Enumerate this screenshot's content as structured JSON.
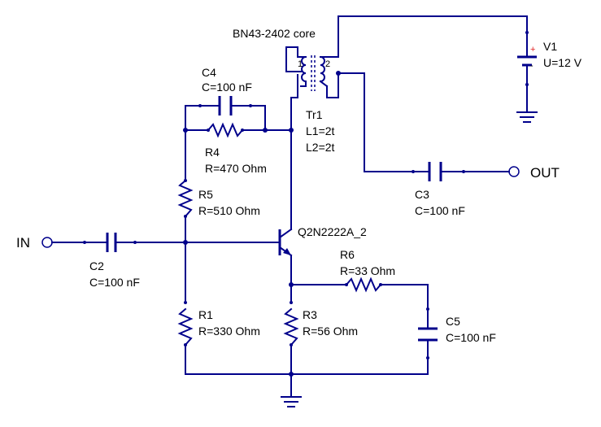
{
  "ports": {
    "in": "IN",
    "out": "OUT"
  },
  "transformer": {
    "core": "BN43-2402 core",
    "name": "Tr1",
    "l1": "L1=2t",
    "l2": "L2=2t",
    "pin1": "1",
    "pin2": "2"
  },
  "v1": {
    "name": "V1",
    "value": "U=12 V",
    "plus": "+",
    "minus": "-"
  },
  "c4": {
    "name": "C4",
    "value": "C=100 nF"
  },
  "r4": {
    "name": "R4",
    "value": "R=470 Ohm"
  },
  "r5": {
    "name": "R5",
    "value": "R=510 Ohm"
  },
  "c2": {
    "name": "C2",
    "value": "C=100 nF"
  },
  "c3": {
    "name": "C3",
    "value": "C=100 nF"
  },
  "q1": {
    "name": "Q2N2222A_2"
  },
  "r6": {
    "name": "R6",
    "value": "R=33 Ohm"
  },
  "r1": {
    "name": "R1",
    "value": "R=330 Ohm"
  },
  "r3": {
    "name": "R3",
    "value": "R=56 Ohm"
  },
  "c5": {
    "name": "C5",
    "value": "C=100 nF"
  },
  "colors": {
    "wire": "#00008b",
    "text": "#000000",
    "plus": "#e02020"
  }
}
